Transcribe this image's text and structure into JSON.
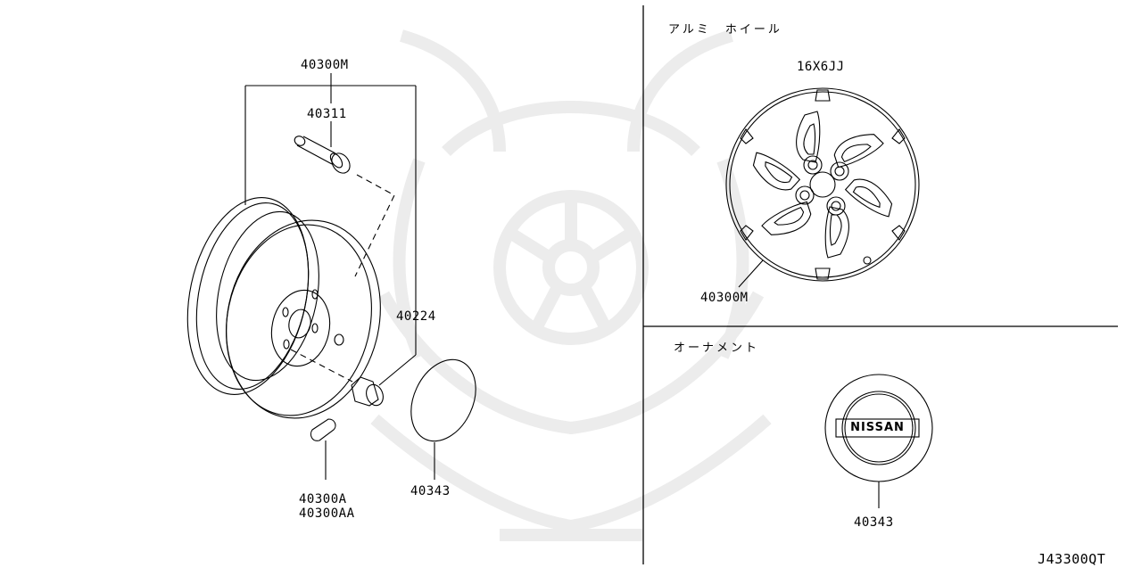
{
  "diagram": {
    "type": "parts-catalog-exploded-view",
    "watermark": "samurai-helmet-logo",
    "colors": {
      "line": "#000000",
      "background": "#ffffff",
      "watermark": "#ececec"
    },
    "diagram_code": "J43300QT",
    "left_panel": {
      "callouts": {
        "wheel_assembly": "40300M",
        "valve": "40311",
        "wheel_nut": "40224",
        "balance_weight_a": "40300A",
        "balance_weight_b": "40300AA",
        "cap": "40343"
      }
    },
    "right_top_panel": {
      "section_title": "アルミ　ホイール",
      "size_spec": "16X6JJ",
      "callout": "40300M"
    },
    "right_bottom_panel": {
      "section_title": "オーナメント",
      "emblem_text": "NISSAN",
      "callout": "40343"
    }
  }
}
